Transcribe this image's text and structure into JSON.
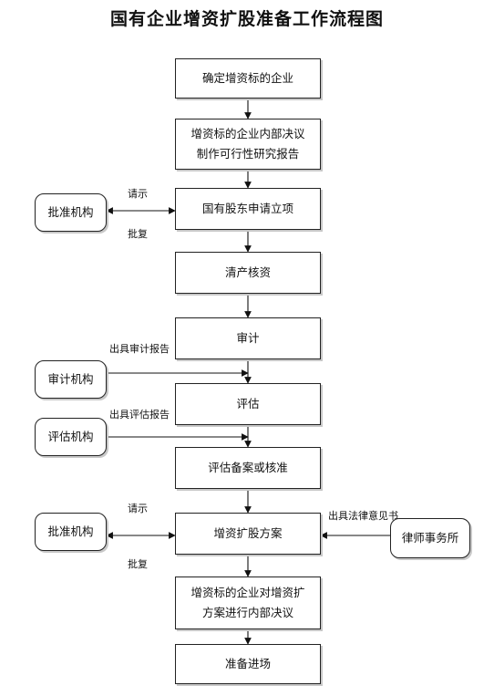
{
  "title": "国有企业增资扩股准备工作流程图",
  "steps": [
    {
      "text": "确定增资标的企业"
    },
    {
      "text": "增资标的企业内部决议\n制作可行性研究报告"
    },
    {
      "text": "国有股东申请立项"
    },
    {
      "text": "清产核资"
    },
    {
      "text": "审计"
    },
    {
      "text": "评估"
    },
    {
      "text": "评估备案或核准"
    },
    {
      "text": "增资扩股方案"
    },
    {
      "text": "增资标的企业对增资扩\n方案进行内部决议"
    },
    {
      "text": "准备进场"
    }
  ],
  "agencies": {
    "approval_1": "批准机构",
    "audit": "审计机构",
    "appraisal": "评估机构",
    "approval_2": "批准机构",
    "law_firm": "律师事务所"
  },
  "labels": {
    "request_1": "请示",
    "reply_1": "批复",
    "audit_report": "出具审计报告",
    "appraisal_report": "出具评估报告",
    "request_2": "请示",
    "reply_2": "批复",
    "legal_opinion": "出具法律意见书"
  }
}
